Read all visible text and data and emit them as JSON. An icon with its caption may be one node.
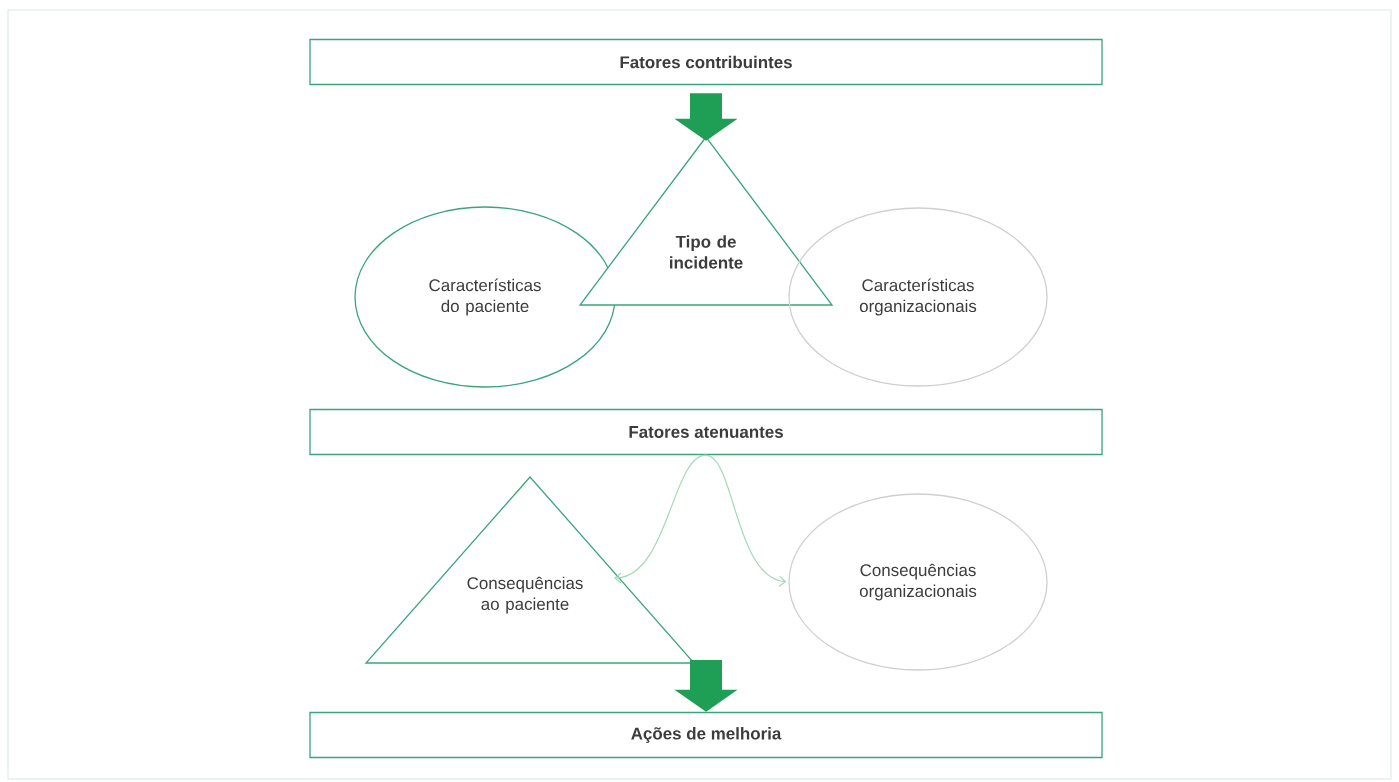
{
  "diagram": {
    "nodes": [
      {
        "text": [
          "Fatores contribuintes"
        ]
      },
      {
        "text": [
          "Características do paciente"
        ]
      },
      {
        "text": [
          "Tipo de incidente"
        ]
      },
      {
        "text": [
          "Características organizacionais"
        ]
      },
      {
        "text": [
          "Fatores atenuantes"
        ]
      },
      {
        "text": [
          "Consequências ao paciente"
        ]
      },
      {
        "text": [
          "Consequências organizacionais"
        ]
      },
      {
        "text": [
          "Ações de melhoria"
        ]
      }
    ],
    "edges": [
      {
        "from": 0,
        "to": 2,
        "arrow": "to",
        "style": "thick",
        "color": "#1f9e55"
      },
      {
        "from": 4,
        "to": 5,
        "arrow": "to",
        "color": "#a3d9b8"
      },
      {
        "from": 4,
        "to": 6,
        "arrow": "to",
        "color": "#a3d9b8"
      },
      {
        "from": 5,
        "to": 7,
        "arrow": "to",
        "style": "thick",
        "color": "#1f9e55"
      }
    ]
  }
}
